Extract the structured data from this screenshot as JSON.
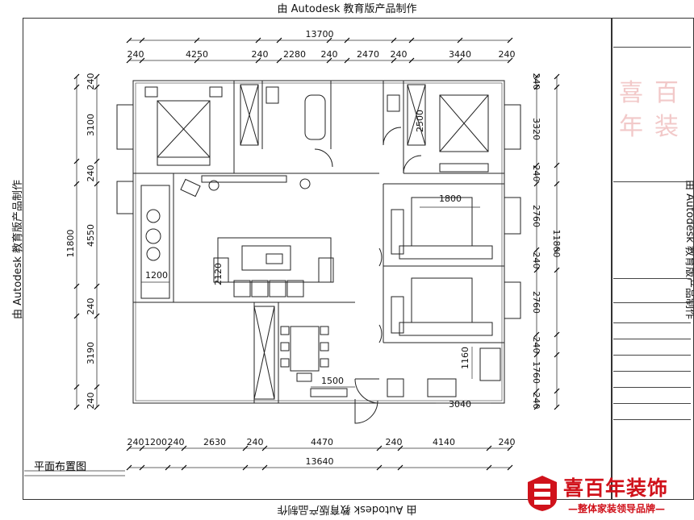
{
  "watermark": {
    "top": "由 Autodesk 教育版产品制作",
    "bottom": "由 Autodesk 教育版产品制作",
    "left": "由 Autodesk 教育版产品制作",
    "right": "由 Autodesk 教育版产品制作"
  },
  "drawing_title": "平面布置图",
  "dimensions": {
    "top_total": "13700",
    "top_segments": [
      "240",
      "4250",
      "240",
      "2280",
      "240",
      "2470",
      "240",
      "3440",
      "240"
    ],
    "bottom_total": "13640",
    "bottom_segments": [
      "240",
      "1200",
      "240",
      "2630",
      "240",
      "4470",
      "240",
      "4140",
      "240"
    ],
    "left_total": "11800",
    "left_segments": [
      "240",
      "3100",
      "240",
      "4550",
      "240",
      "3190",
      "240"
    ],
    "right_total": "11800",
    "right_segments": [
      "240",
      "3320",
      "240",
      "2760",
      "240",
      "2760",
      "240",
      "1760",
      "240"
    ],
    "inner": {
      "bedroom_bed_width": "1800",
      "sofa_depth": "1200",
      "table_width": "1500",
      "kitchen_height": "1160",
      "kitchen_width": "3040",
      "bathroom_height": "2500",
      "living_label": "2120"
    }
  },
  "stamp": {
    "chars": [
      "喜",
      "百",
      "年",
      "装"
    ]
  },
  "brand": {
    "name": "喜百年装饰",
    "slogan": "—整体家装领导品牌—",
    "color": "#d0121b"
  }
}
